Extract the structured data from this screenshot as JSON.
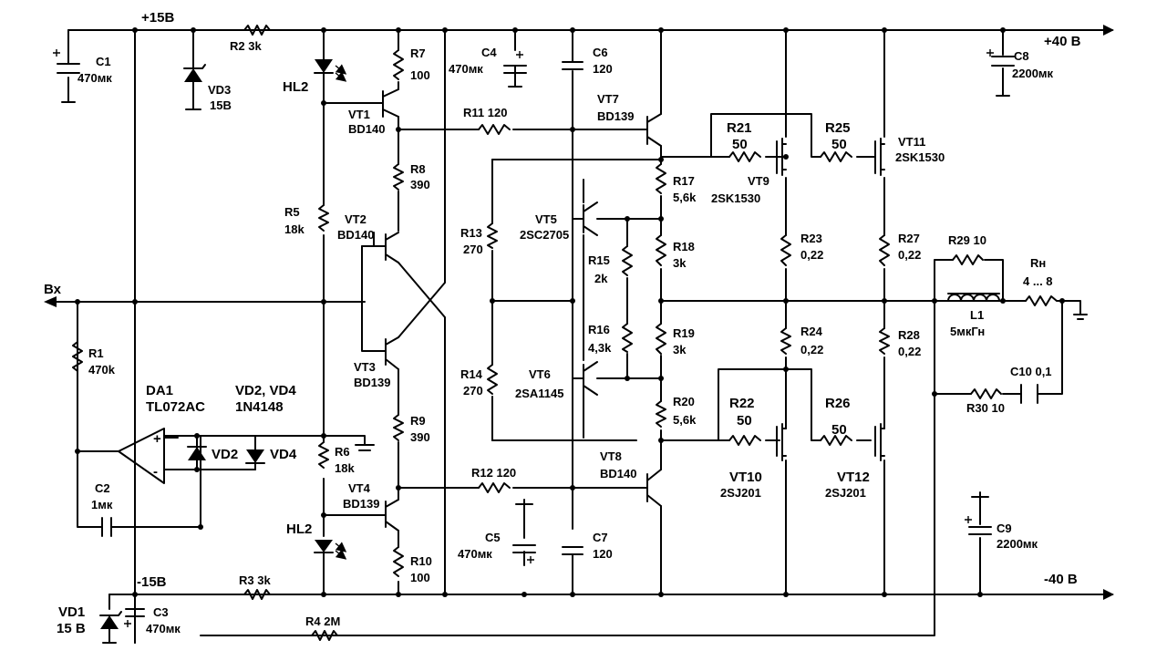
{
  "rails": {
    "plus15": "+15В",
    "minus15": "-15В",
    "plus40": "+40 В",
    "minus40": "-40 В",
    "input": "Вх"
  },
  "components": {
    "C1": {
      "ref": "C1",
      "value": "470мк"
    },
    "C2": {
      "ref": "C2",
      "value": "1мк"
    },
    "C3": {
      "ref": "C3",
      "value": "470мк"
    },
    "C4": {
      "ref": "C4",
      "value": "470мк"
    },
    "C5": {
      "ref": "C5",
      "value": "470мк"
    },
    "C6": {
      "ref": "C6",
      "value": "120"
    },
    "C7": {
      "ref": "C7",
      "value": "120"
    },
    "C8": {
      "ref": "C8",
      "value": "2200мк"
    },
    "C9": {
      "ref": "C9",
      "value": "2200мк"
    },
    "C10": {
      "ref": "C10 0,1"
    },
    "VD1": {
      "ref": "VD1",
      "value": "15 В"
    },
    "VD3": {
      "ref": "VD3",
      "value": "15В"
    },
    "VD2": {
      "ref": "VD2"
    },
    "VD4": {
      "ref": "VD4"
    },
    "VD24": {
      "ref": "VD2, VD4",
      "value": "1N4148"
    },
    "DA1": {
      "ref": "DA1",
      "value": "TL072AC"
    },
    "HL2a": {
      "ref": "HL2"
    },
    "HL2b": {
      "ref": "HL2"
    },
    "R1": {
      "ref": "R1",
      "value": "470k"
    },
    "R2": {
      "ref": "R2 3k"
    },
    "R3": {
      "ref": "R3 3k"
    },
    "R4": {
      "ref": "R4 2M"
    },
    "R5": {
      "ref": "R5",
      "value": "18k"
    },
    "R6": {
      "ref": "R6",
      "value": "18k"
    },
    "R7": {
      "ref": "R7",
      "value": "100"
    },
    "R8": {
      "ref": "R8",
      "value": "390"
    },
    "R9": {
      "ref": "R9",
      "value": "390"
    },
    "R10": {
      "ref": "R10",
      "value": "100"
    },
    "R11": {
      "ref": "R11  120"
    },
    "R12": {
      "ref": "R12 120"
    },
    "R13": {
      "ref": "R13",
      "value": "270"
    },
    "R14": {
      "ref": "R14",
      "value": "270"
    },
    "R15": {
      "ref": "R15",
      "value": "2k"
    },
    "R16": {
      "ref": "R16",
      "value": "4,3k"
    },
    "R17": {
      "ref": "R17",
      "value": "5,6k"
    },
    "R18": {
      "ref": "R18",
      "value": "3k"
    },
    "R19": {
      "ref": "R19",
      "value": "3k"
    },
    "R20": {
      "ref": "R20",
      "value": "5,6k"
    },
    "R21": {
      "ref": "R21",
      "value": "50"
    },
    "R22": {
      "ref": "R22",
      "value": "50"
    },
    "R23": {
      "ref": "R23",
      "value": "0,22"
    },
    "R24": {
      "ref": "R24",
      "value": "0,22"
    },
    "R25": {
      "ref": "R25",
      "value": "50"
    },
    "R26": {
      "ref": "R26",
      "value": "50"
    },
    "R27": {
      "ref": "R27",
      "value": "0,22"
    },
    "R28": {
      "ref": "R28",
      "value": "0,22"
    },
    "R29": {
      "ref": "R29 10"
    },
    "R30": {
      "ref": "R30 10"
    },
    "RH": {
      "ref": "Rн",
      "value": "4 ... 8"
    },
    "L1": {
      "ref": "L1",
      "value": "5мкГн"
    },
    "VT1": {
      "ref": "VT1",
      "value": "BD140"
    },
    "VT2": {
      "ref": "VT2",
      "value": "BD140"
    },
    "VT3": {
      "ref": "VT3",
      "value": "BD139"
    },
    "VT4": {
      "ref": "VT4",
      "value": "BD139"
    },
    "VT5": {
      "ref": "VT5",
      "value": "2SC2705"
    },
    "VT6": {
      "ref": "VT6",
      "value": "2SA1145"
    },
    "VT7": {
      "ref": "VT7",
      "value": "BD139"
    },
    "VT8": {
      "ref": "VT8",
      "value": "BD140"
    },
    "VT9": {
      "ref": "VT9",
      "value": "2SK1530"
    },
    "VT10": {
      "ref": "VT10",
      "value": "2SJ201"
    },
    "VT11": {
      "ref": "VT11",
      "value": "2SK1530"
    },
    "VT12": {
      "ref": "VT12",
      "value": "2SJ201"
    }
  }
}
